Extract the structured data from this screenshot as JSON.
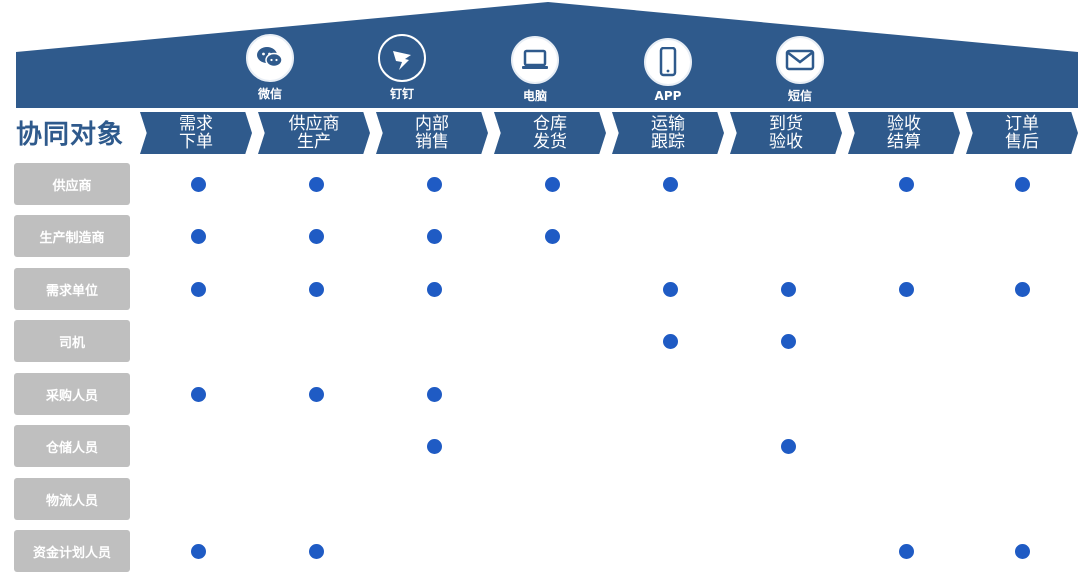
{
  "title": "协同对象",
  "channels": [
    {
      "label": "微信",
      "icon": "wechat-icon"
    },
    {
      "label": "钉钉",
      "icon": "dingtalk-icon"
    },
    {
      "label": "电脑",
      "icon": "laptop-icon"
    },
    {
      "label": "APP",
      "icon": "phone-icon"
    },
    {
      "label": "短信",
      "icon": "envelope-icon"
    }
  ],
  "phases": [
    "需求\n下单",
    "供应商\n生产",
    "内部\n销售",
    "仓库\n发货",
    "运输\n跟踪",
    "到货\n验收",
    "验收\n结算",
    "订单\n售后"
  ],
  "roles": [
    {
      "name": "供应商",
      "participation": [
        1,
        1,
        1,
        1,
        1,
        0,
        1,
        1
      ]
    },
    {
      "name": "生产制造商",
      "participation": [
        1,
        1,
        1,
        1,
        0,
        0,
        0,
        0
      ]
    },
    {
      "name": "需求单位",
      "participation": [
        1,
        1,
        1,
        0,
        1,
        1,
        1,
        1
      ]
    },
    {
      "name": "司机",
      "participation": [
        0,
        0,
        0,
        0,
        1,
        1,
        0,
        0
      ]
    },
    {
      "name": "采购人员",
      "participation": [
        1,
        1,
        1,
        0,
        0,
        0,
        0,
        0
      ]
    },
    {
      "name": "仓储人员",
      "participation": [
        0,
        0,
        1,
        0,
        0,
        1,
        0,
        0
      ]
    },
    {
      "name": "物流人员",
      "participation": [
        0,
        0,
        0,
        0,
        0,
        0,
        0,
        0
      ]
    },
    {
      "name": "资金计划人员",
      "participation": [
        1,
        1,
        0,
        0,
        0,
        0,
        1,
        1
      ]
    }
  ],
  "colors": {
    "primary": "#2f5a8c",
    "dot": "#1f5bc4",
    "role_bg": "#bfbfbf"
  }
}
